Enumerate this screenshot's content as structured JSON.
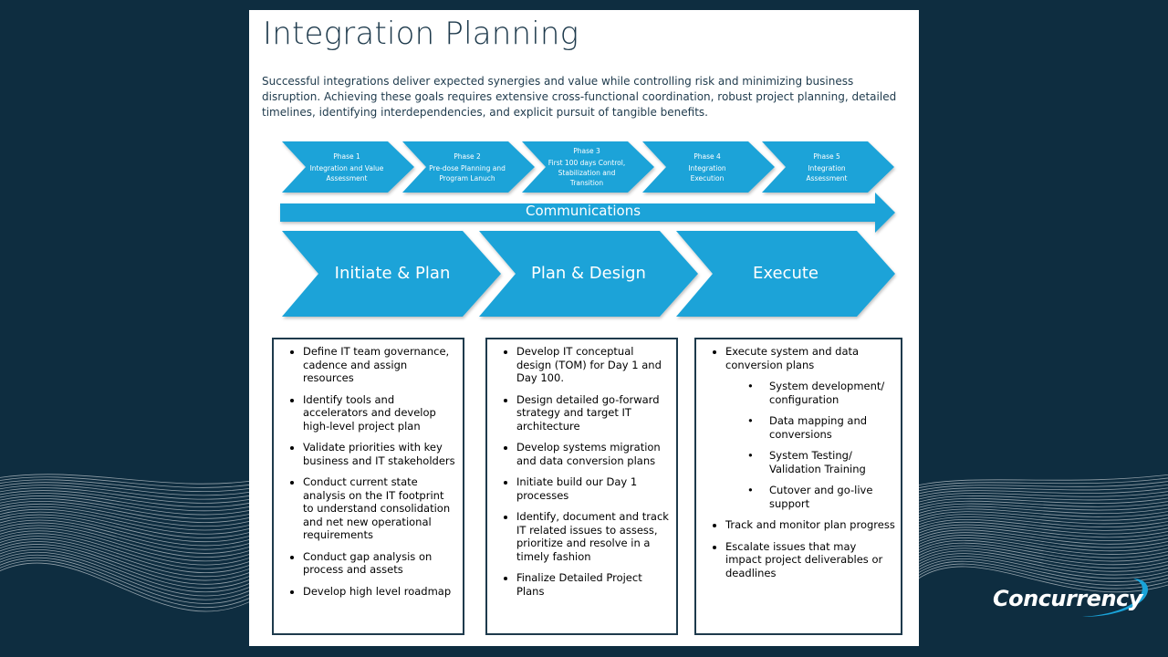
{
  "title": "Integration Planning",
  "intro": "Successful integrations deliver expected synergies and value while controlling risk and minimizing business disruption. Achieving these goals requires extensive cross-functional coordination, robust project planning, detailed timelines, identifying interdependencies, and explicit pursuit of tangible benefits.",
  "phases": [
    {
      "label": "Phase 1",
      "text": "Integration and Value Assessment"
    },
    {
      "label": "Phase 2",
      "text": "Pre-dose Planning and Program Lanuch"
    },
    {
      "label": "Phase 3",
      "text": "First 100 days Control, Stabilization and Transition"
    },
    {
      "label": "Phase 4",
      "text": "Integration Execution"
    },
    {
      "label": "Phase 5",
      "text": "Integration Assessment"
    }
  ],
  "communications": "Communications",
  "stages": [
    "Initiate & Plan",
    "Plan & Design",
    "Execute"
  ],
  "columns": {
    "initiate": [
      "Define IT team governance, cadence and assign resources",
      "Identify tools and accelerators and develop high-level project plan",
      "Validate priorities with key business and IT stakeholders",
      "Conduct current state analysis on the IT footprint to understand consolidation and net new operational requirements",
      "Conduct gap analysis on process and assets",
      "Develop high level roadmap"
    ],
    "design": [
      "Develop IT conceptual design (TOM) for Day 1 and Day 100.",
      "Design detailed go-forward strategy and target IT architecture",
      "Develop systems migration and data conversion plans",
      "Initiate build our Day 1 processes",
      "Identify, document and track IT related issues to assess, prioritize and resolve in a timely fashion",
      "Finalize Detailed Project Plans"
    ],
    "execute": {
      "main": "Execute system and data conversion plans",
      "sub": [
        "System development/ configuration",
        "Data mapping and conversions",
        "System Testing/ Validation Training",
        "Cutover and go-live support"
      ],
      "rest": [
        "Track and monitor plan progress",
        "Escalate issues that may impact project deliverables or deadlines"
      ]
    }
  },
  "logo": "Concurrency",
  "colors": {
    "background": "#0e2d40",
    "accent": "#1aa3d8",
    "text": "#1e3a4c"
  }
}
